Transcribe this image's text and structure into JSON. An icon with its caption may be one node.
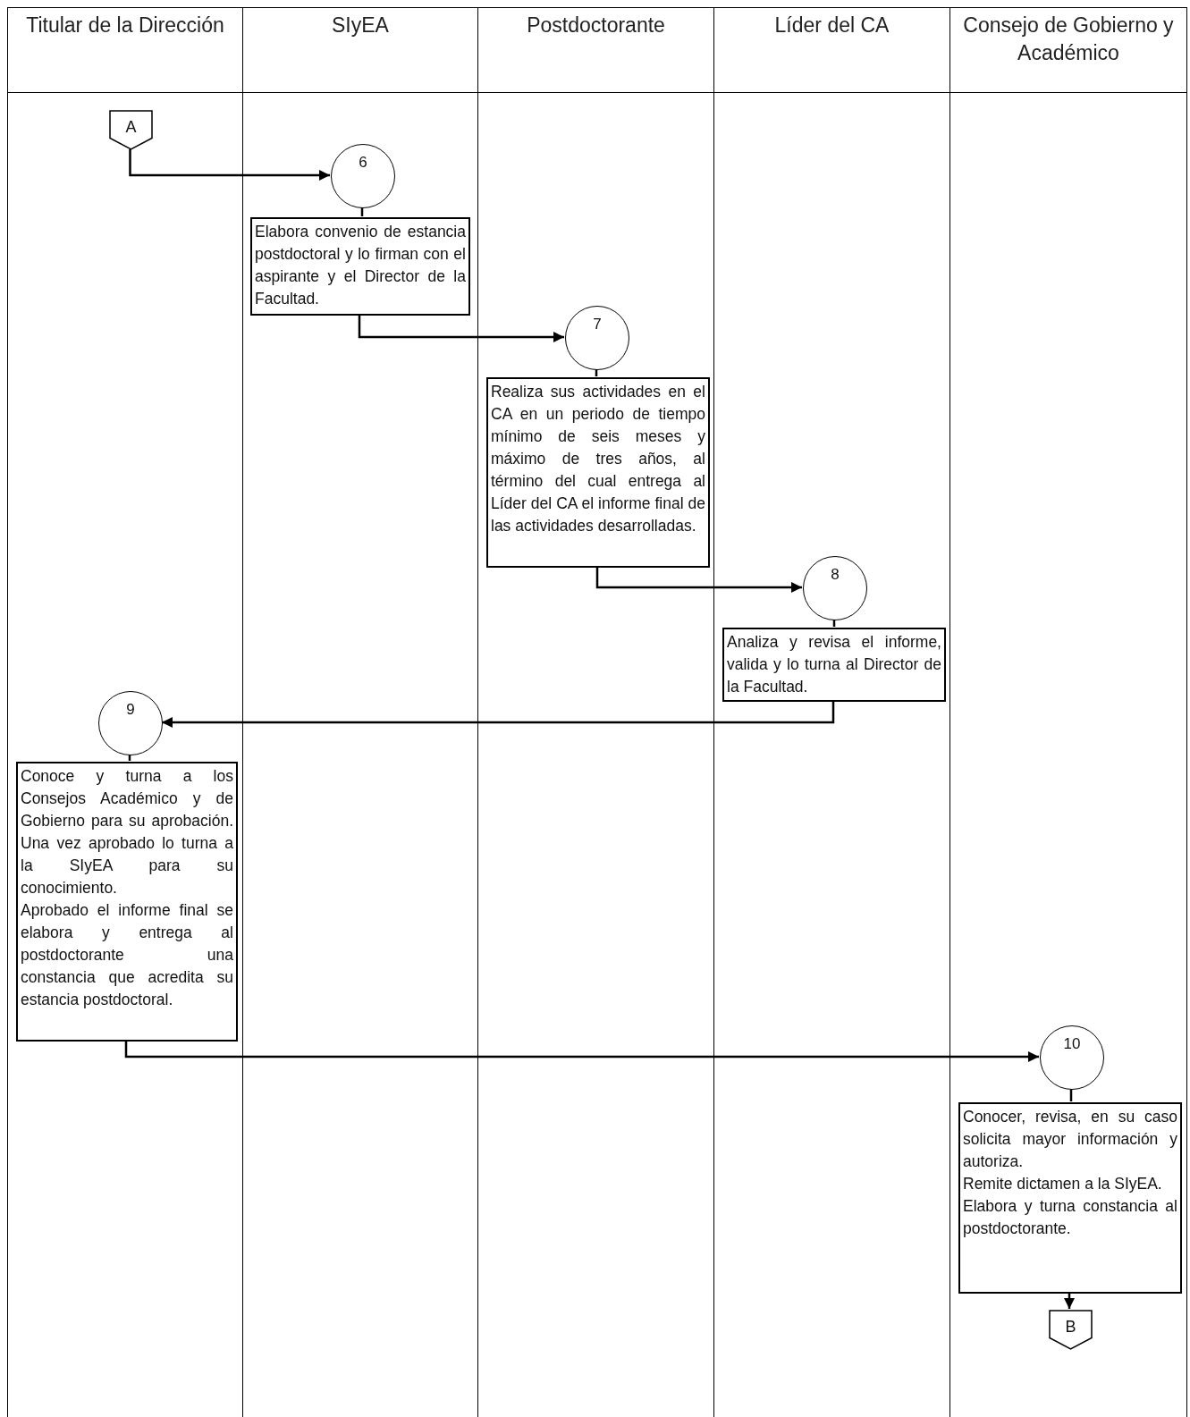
{
  "diagram": {
    "nodes": [
      {
        "text": [
          "Titular de la Dirección"
        ]
      },
      {
        "text": [
          "SIyEA"
        ]
      },
      {
        "text": [
          "Postdoctorante"
        ]
      },
      {
        "text": [
          "Líder del CA"
        ]
      },
      {
        "text": [
          "Consejo de Gobierno y Académico"
        ]
      },
      {
        "text": [
          "A"
        ],
        "in": 0
      },
      {
        "text": [
          "6"
        ],
        "in": 1
      },
      {
        "text": [
          "Elabora convenio de estancia postdoctoral y lo firman con el aspirante y el Director de la Facultad."
        ],
        "in": 1
      },
      {
        "text": [
          "7"
        ],
        "in": 2
      },
      {
        "text": [
          "Realiza sus actividades en el CA en un periodo de tiempo mínimo de seis meses y máximo de tres años, al término del cual entrega al Líder del CA el informe final de las actividades desarrolladas."
        ],
        "in": 2
      },
      {
        "text": [
          "8"
        ],
        "in": 3
      },
      {
        "text": [
          "Analiza y revisa el informe, valida y lo turna al Director de la Facultad."
        ],
        "in": 3
      },
      {
        "text": [
          "9"
        ],
        "in": 0
      },
      {
        "text": [
          "Conoce y turna a los Consejos Académico y de Gobierno para su aprobación. Una vez aprobado lo turna a la SIyEA para su conocimiento.",
          "Aprobado el informe final se elabora y entrega al postdoctorante una constancia que acredita su estancia postdoctoral."
        ],
        "in": 0
      },
      {
        "text": [
          "10"
        ],
        "in": 4
      },
      {
        "text": [
          "Conocer, revisa, en su caso solicita mayor información y autoriza.",
          "Remite dictamen a la SIyEA.",
          "Elabora y turna constancia al postdoctorante."
        ],
        "in": 4
      },
      {
        "text": [
          "B"
        ],
        "in": 4
      }
    ],
    "edges": [
      {
        "from": 5,
        "to": 6,
        "arrow": "to"
      },
      {
        "from": 6,
        "to": 7,
        "arrow": "none"
      },
      {
        "from": 7,
        "to": 8,
        "arrow": "to"
      },
      {
        "from": 8,
        "to": 9,
        "arrow": "none"
      },
      {
        "from": 9,
        "to": 10,
        "arrow": "to"
      },
      {
        "from": 10,
        "to": 11,
        "arrow": "none"
      },
      {
        "from": 11,
        "to": 12,
        "arrow": "to"
      },
      {
        "from": 12,
        "to": 13,
        "arrow": "none"
      },
      {
        "from": 13,
        "to": 14,
        "arrow": "to"
      },
      {
        "from": 14,
        "to": 15,
        "arrow": "none"
      },
      {
        "from": 15,
        "to": 16,
        "arrow": "to"
      }
    ]
  }
}
